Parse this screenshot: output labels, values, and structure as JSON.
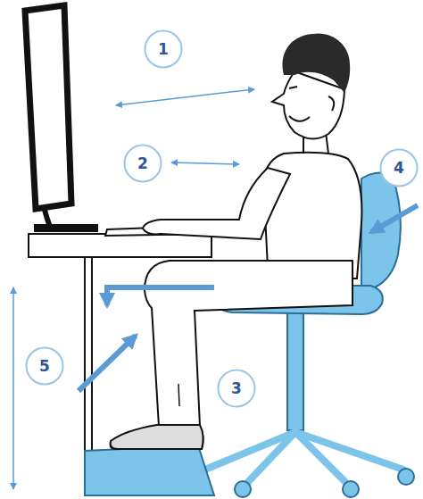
{
  "diagram": {
    "nodes": [
      {
        "text": [
          "1"
        ]
      },
      {
        "text": [
          "2"
        ]
      },
      {
        "text": [
          "4"
        ]
      },
      {
        "text": [
          "5"
        ]
      },
      {
        "text": [
          "3"
        ]
      }
    ]
  }
}
